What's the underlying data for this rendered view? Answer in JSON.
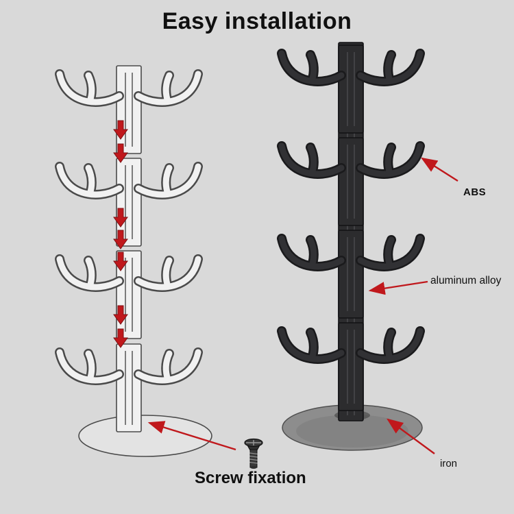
{
  "title": "Easy installation",
  "labels": {
    "abs": "ABS",
    "aluminum_alloy": "aluminum alloy",
    "iron": "iron",
    "screw_fixation": "Screw fixation"
  },
  "icons": {
    "screw": "screw-icon"
  },
  "colors": {
    "background": "#d9d9d9",
    "annotation_red": "#c0181c",
    "plastic_dark": "#2c2c2e",
    "wireframe_line": "#4a4a4a",
    "iron_base_gray": "#8d8d8d"
  }
}
